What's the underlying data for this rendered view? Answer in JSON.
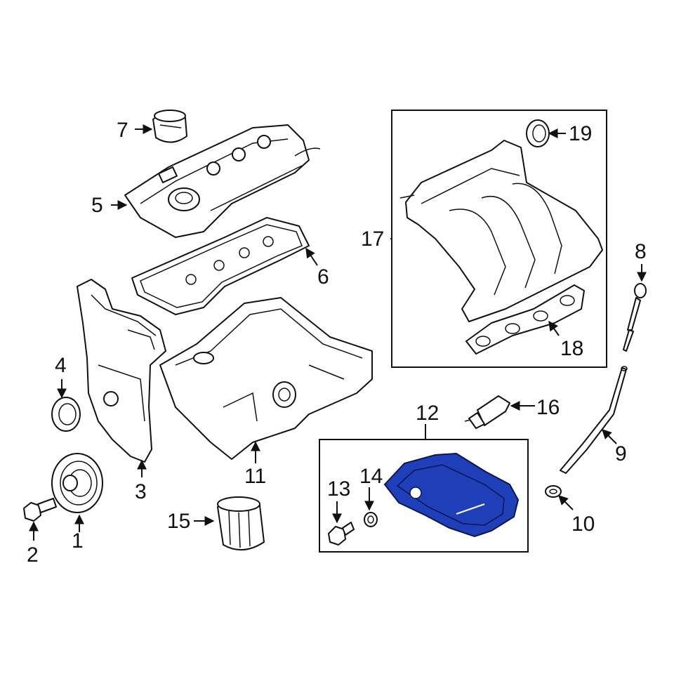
{
  "highlight_color": "#1f3fb8",
  "labels": {
    "l1": "1",
    "l2": "2",
    "l3": "3",
    "l4": "4",
    "l5": "5",
    "l6": "6",
    "l7": "7",
    "l8": "8",
    "l9": "9",
    "l10": "10",
    "l11": "11",
    "l12": "12",
    "l13": "13",
    "l14": "14",
    "l15": "15",
    "l16": "16",
    "l17": "17",
    "l18": "18",
    "l19": "19"
  }
}
